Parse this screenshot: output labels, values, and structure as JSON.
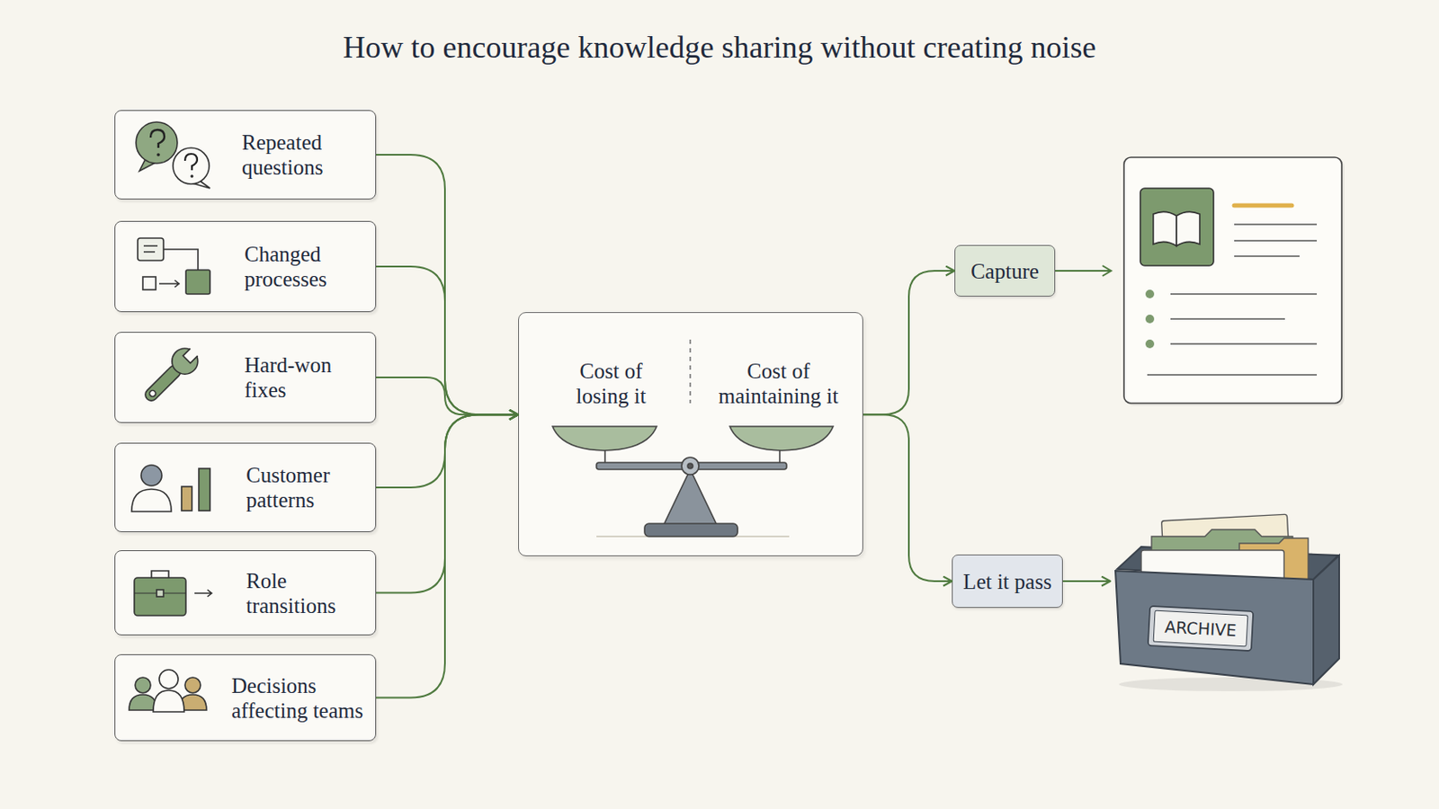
{
  "diagram": {
    "title": "How to encourage knowledge sharing without creating noise",
    "nodes": [
      {
        "text": [
          "Repeated questions"
        ]
      },
      {
        "text": [
          "Changed processes"
        ]
      },
      {
        "text": [
          "Hard-won fixes"
        ]
      },
      {
        "text": [
          "Customer patterns"
        ]
      },
      {
        "text": [
          "Role transitions"
        ]
      },
      {
        "text": [
          "Decisions affecting teams"
        ]
      },
      {
        "text": [
          "Cost of losing it",
          "Cost of maintaining it"
        ]
      },
      {
        "text": [
          "Capture"
        ]
      },
      {
        "text": [
          "Let it pass"
        ]
      },
      {
        "text": [
          "ARCHIVE"
        ]
      }
    ],
    "edges": [
      {
        "from": 0,
        "to": 6,
        "arrow": "to"
      },
      {
        "from": 1,
        "to": 6,
        "arrow": "to"
      },
      {
        "from": 2,
        "to": 6,
        "arrow": "to"
      },
      {
        "from": 3,
        "to": 6,
        "arrow": "to"
      },
      {
        "from": 4,
        "to": 6,
        "arrow": "to"
      },
      {
        "from": 5,
        "to": 6,
        "arrow": "to"
      },
      {
        "from": 6,
        "to": 7,
        "arrow": "to"
      },
      {
        "from": 6,
        "to": 8,
        "arrow": "to"
      },
      {
        "from": 8,
        "to": 9,
        "arrow": "to"
      }
    ]
  }
}
